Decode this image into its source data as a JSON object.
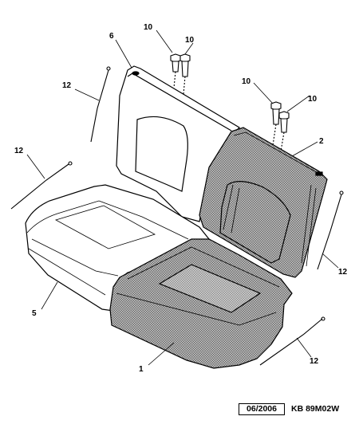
{
  "callouts": {
    "c1": "1",
    "c2": "2",
    "c5": "5",
    "c6": "6",
    "c10a": "10",
    "c10b": "10",
    "c10c": "10",
    "c10d": "10",
    "c12a": "12",
    "c12b": "12",
    "c12c": "12",
    "c12d": "12"
  },
  "footer": {
    "date": "06/2006",
    "reference": "KB 89M02W"
  },
  "colors": {
    "hatch": "#7a7a7a",
    "line": "#000000"
  }
}
